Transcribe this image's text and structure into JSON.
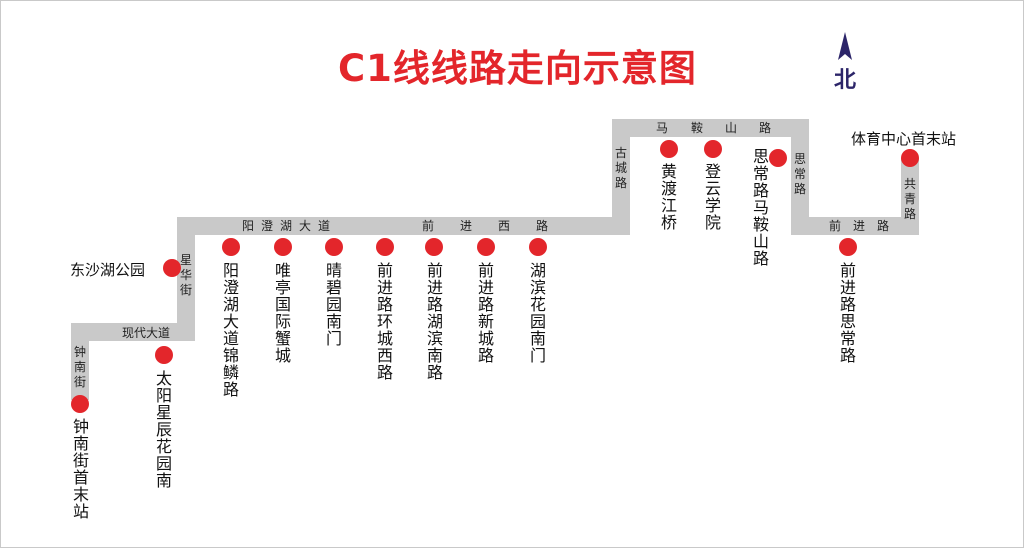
{
  "title": "C1线线路走向示意图",
  "compass": {
    "label": "北",
    "icon": "north-arrow-icon"
  },
  "colors": {
    "title": "#e3262b",
    "route": "#c9c9c9",
    "stop": "#e3262b",
    "compass": "#2c2569"
  },
  "roads": {
    "zhongnan": "钟南街",
    "xiandai": "现代大道",
    "xinghua": "星华街",
    "yangcheng": [
      "阳",
      "澄",
      "湖",
      "大",
      "道"
    ],
    "qianjinxi": [
      "前",
      "进",
      "西",
      "路"
    ],
    "gucheng": "古城路",
    "maan": [
      "马",
      "鞍",
      "山",
      "路"
    ],
    "sichang": "思常路",
    "qianjin": [
      "前",
      "进",
      "路"
    ],
    "gongqing": "共青路"
  },
  "stops": [
    {
      "key": "s1",
      "name": "钟南街首末站"
    },
    {
      "key": "s2",
      "name": "太阳星辰花园南"
    },
    {
      "key": "s3",
      "name": "东沙湖公园"
    },
    {
      "key": "s4",
      "name": "阳澄湖大道锦鳞路"
    },
    {
      "key": "s5",
      "name": "唯亭国际蟹城"
    },
    {
      "key": "s6",
      "name": "晴碧园南门"
    },
    {
      "key": "s7",
      "name": "前进路环城西路"
    },
    {
      "key": "s8",
      "name": "前进路湖滨南路"
    },
    {
      "key": "s9",
      "name": "前进路新城路"
    },
    {
      "key": "s10",
      "name": "湖滨花园南门"
    },
    {
      "key": "s11",
      "name": "黄渡江桥"
    },
    {
      "key": "s12",
      "name": "登云学院"
    },
    {
      "key": "s13",
      "name": "思常路马鞍山路"
    },
    {
      "key": "s14",
      "name": "前进路思常路"
    },
    {
      "key": "s15",
      "name": "体育中心首末站"
    }
  ]
}
